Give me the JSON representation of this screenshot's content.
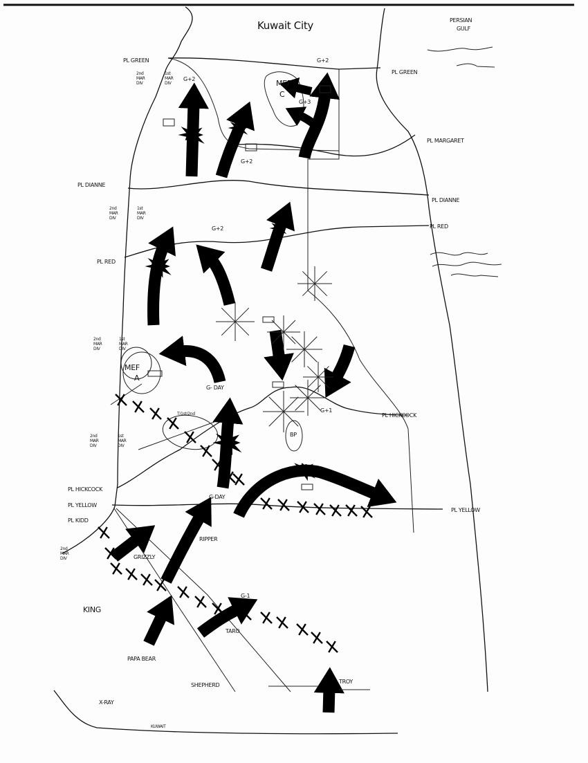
{
  "map": {
    "title": "Kuwait City",
    "water": "PERSIAN GULF",
    "water_line2": "GULF",
    "water_line1": "PERSIAN",
    "phase_lines": {
      "green_left": "PL GREEN",
      "green_right": "PL GREEN",
      "margaret": "PL MARGARET",
      "dianne_left": "PL DIANNE",
      "dianne_right": "PL DIANNE",
      "red_left": "PL RED",
      "red_right": "PL RED",
      "hickcock_right": "PL HICKCOCK",
      "hickcock_left": "PL HICKCOCK",
      "yellow_left": "PL YELLOW",
      "yellow_right": "PL YELLOW",
      "kidd": "PL KIDD"
    },
    "units": {
      "div2_a": [
        "2nd",
        "MAR",
        "DIV"
      ],
      "div1_a": [
        "1st",
        "MAR",
        "DIV"
      ],
      "div2_b": [
        "2nd",
        "MAR",
        "DIV"
      ],
      "div1_b": [
        "1st",
        "MAR",
        "DIV"
      ],
      "div2_c": [
        "2nd",
        "MAR",
        "DIV"
      ],
      "div1_c": [
        "1st",
        "MAR",
        "DIV"
      ],
      "div2_d": [
        "2nd",
        "MAR",
        "DIV"
      ],
      "div1_d": [
        "1st",
        "MAR",
        "DIV"
      ],
      "div2_e": [
        "2nd",
        "MAR",
        "DIV"
      ],
      "mef_c": [
        "MEF",
        "C"
      ],
      "mef_a": [
        "MEF",
        "A"
      ],
      "bp": "BP",
      "unit_tag": "T/1st/2nd"
    },
    "timing": {
      "g2_top": "G+2",
      "g2_left": "G+2",
      "g3": "G+3",
      "g2_mid": "G+2",
      "g2_dianne": "G+2",
      "gday_mid": "G- DAY",
      "g1": "G+1",
      "gday_low": "G-DAY",
      "gminus1": "G-1"
    },
    "breach_lanes": {
      "ripper": "RIPPER",
      "grizzly": "GRIZZLY",
      "king": "KING",
      "taro": "TARO",
      "papa_bear": "PAPA BEAR",
      "shepherd": "SHEPHERD",
      "troy": "TROY",
      "xray": "X-RAY"
    },
    "country": "KUWAIT"
  }
}
